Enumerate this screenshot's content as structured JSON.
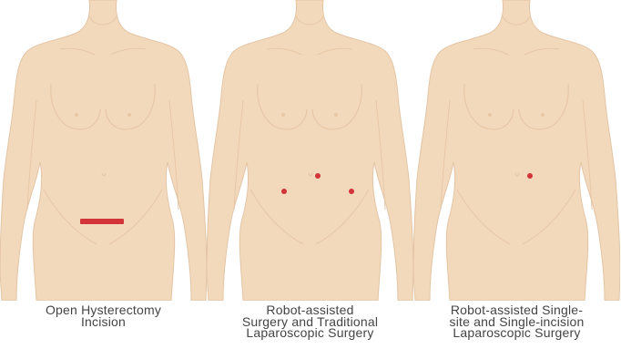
{
  "colors": {
    "skin": "#F3D9BC",
    "outline": "#E3C4A4",
    "shadow": "#E6C7A6",
    "incision": "#D3343A",
    "text": "#444444"
  },
  "figures": [
    {
      "name": "open-hysterectomy",
      "caption_lines": [
        "Open Hysterectomy",
        "Incision"
      ],
      "incision_type": "long-horizontal"
    },
    {
      "name": "robot-assisted-traditional",
      "caption_lines": [
        "Robot-assisted",
        "Surgery and Traditional",
        "Laparoscopic Surgery"
      ],
      "incision_type": "multi-port"
    },
    {
      "name": "robot-assisted-single-site",
      "caption_lines": [
        "Robot-assisted Single-",
        "site and Single-incision",
        "Laparoscopic Surgery"
      ],
      "incision_type": "single-port"
    }
  ]
}
